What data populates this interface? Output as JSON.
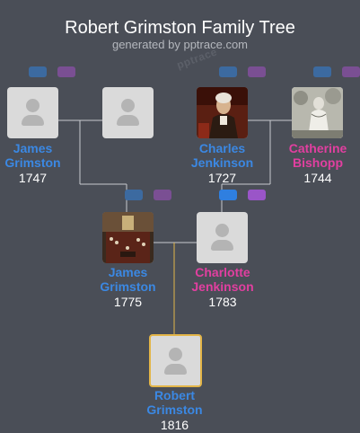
{
  "header": {
    "title": "Robert Grimston Family Tree",
    "subtitle": "generated by pptrace.com",
    "watermark": "pptrace"
  },
  "colors": {
    "background": "#4a4e57",
    "male_name": "#3b88e3",
    "female_name": "#e23fa0",
    "selected_border": "#e3b548",
    "connector": "#c8cacf",
    "selected_connector": "#e3b548"
  },
  "people": {
    "james_1747": {
      "first": "James",
      "last": "Grimston",
      "year": "1747",
      "gender": "male",
      "photo": false
    },
    "unknown_spouse": {
      "first": "",
      "last": "",
      "year": "",
      "gender": "female",
      "photo": false
    },
    "charles_1727": {
      "first": "Charles",
      "last": "Jenkinson",
      "year": "1727",
      "gender": "male",
      "photo": true
    },
    "catherine_1744": {
      "first": "Catherine",
      "last": "Bishopp",
      "year": "1744",
      "gender": "female",
      "photo": true
    },
    "james_1775": {
      "first": "James",
      "last": "Grimston",
      "year": "1775",
      "gender": "male",
      "photo": true
    },
    "charlotte_1783": {
      "first": "Charlotte",
      "last": "Jenkinson",
      "year": "1783",
      "gender": "female",
      "photo": false
    },
    "robert_1816": {
      "first": "Robert",
      "last": "Grimston",
      "year": "1816",
      "gender": "male",
      "photo": false,
      "selected": true
    }
  },
  "icons": {
    "expand_parents_father": "father-lineage-icon",
    "expand_parents_mother": "mother-lineage-icon",
    "placeholder": "person-silhouette-icon"
  }
}
